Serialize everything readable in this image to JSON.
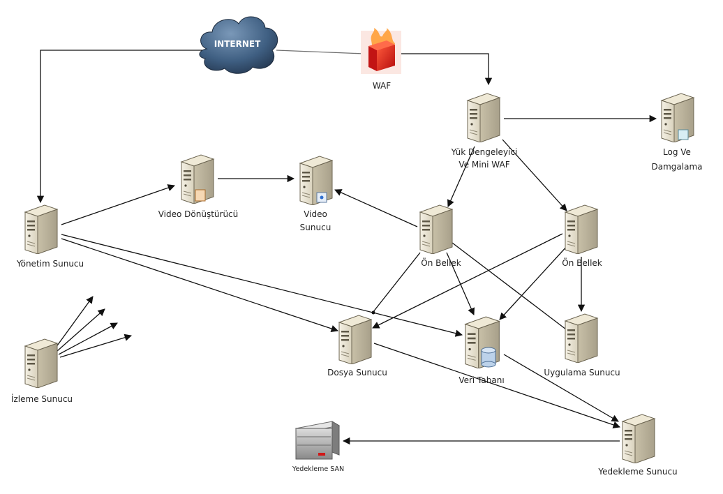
{
  "diagram": {
    "nodes": {
      "internet": {
        "label": "INTERNET",
        "icon": "cloud-icon"
      },
      "waf": {
        "label": "WAF",
        "icon": "firewall-icon"
      },
      "load_balancer": {
        "label_line1": "Yük Dengeleyici",
        "label_line2": "Ve Mini WAF",
        "icon": "server-icon"
      },
      "log": {
        "label_line1": "Log Ve",
        "label_line2": "Damgalama",
        "icon": "server-icon"
      },
      "management": {
        "label": "Yönetim Sunucu",
        "icon": "server-icon"
      },
      "video_converter": {
        "label": "Video Dönüştürücü",
        "icon": "server-icon"
      },
      "video_server": {
        "label_line1": "Video",
        "label_line2": "Sunucu",
        "icon": "server-icon"
      },
      "cache1": {
        "label": "Ön Bellek",
        "icon": "server-icon"
      },
      "cache2": {
        "label": "Ön Bellek",
        "icon": "server-icon"
      },
      "file_server": {
        "label": "Dosya Sunucu",
        "icon": "server-icon"
      },
      "database": {
        "label": "Veri Tabanı",
        "icon": "database-server-icon"
      },
      "app_server": {
        "label": "Uygulama Sunucu",
        "icon": "server-icon"
      },
      "monitoring": {
        "label": "İzleme Sunucu",
        "icon": "server-icon"
      },
      "backup_server": {
        "label": "Yedekleme Sunucu",
        "icon": "server-icon"
      },
      "backup_san": {
        "label": "Yedekleme SAN",
        "icon": "san-storage-icon"
      }
    },
    "edges": [
      {
        "from": "internet",
        "to": "management"
      },
      {
        "from": "internet",
        "to": "waf"
      },
      {
        "from": "waf",
        "to": "load_balancer"
      },
      {
        "from": "load_balancer",
        "to": "log"
      },
      {
        "from": "load_balancer",
        "to": "cache1"
      },
      {
        "from": "load_balancer",
        "to": "cache2"
      },
      {
        "from": "management",
        "to": "video_converter"
      },
      {
        "from": "video_converter",
        "to": "video_server"
      },
      {
        "from": "cache1",
        "to": "video_server"
      },
      {
        "from": "management",
        "to": "file_server"
      },
      {
        "from": "management",
        "to": "database"
      },
      {
        "from": "cache1",
        "to": "file_server"
      },
      {
        "from": "cache1",
        "to": "database"
      },
      {
        "from": "cache1",
        "to": "app_server"
      },
      {
        "from": "cache2",
        "to": "file_server"
      },
      {
        "from": "cache2",
        "to": "database"
      },
      {
        "from": "cache2",
        "to": "app_server"
      },
      {
        "from": "file_server",
        "to": "backup_server"
      },
      {
        "from": "database",
        "to": "backup_server"
      },
      {
        "from": "backup_server",
        "to": "backup_san"
      },
      {
        "from": "monitoring",
        "to": "monitoring_target_1"
      },
      {
        "from": "monitoring",
        "to": "monitoring_target_2"
      },
      {
        "from": "monitoring",
        "to": "monitoring_target_3"
      },
      {
        "from": "monitoring",
        "to": "monitoring_target_4"
      }
    ]
  }
}
